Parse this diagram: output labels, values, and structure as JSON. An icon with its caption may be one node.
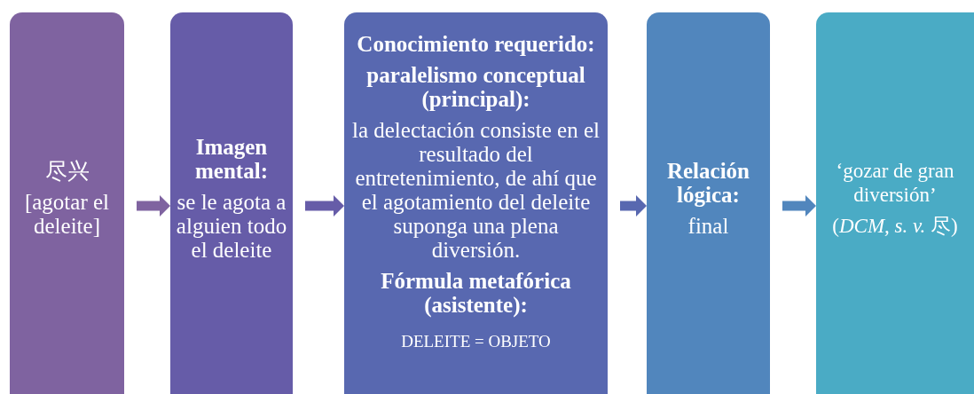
{
  "diagram": {
    "nodes": [
      {
        "text": [
          "尽兴",
          "[agotar el deleite]"
        ]
      },
      {
        "text": [
          "Imagen mental:",
          "se le agota a alguien todo el deleite"
        ]
      },
      {
        "text": [
          "Conocimiento requerido:",
          "paralelismo conceptual (principal):",
          "la delectación consiste en el resultado del entretenimiento, de ahí que el agotamiento del deleite suponga una plena diversión.",
          "Fórmula metafórica (asistente):",
          "DELEITE = OBJETO"
        ]
      },
      {
        "text": [
          "Relación lógica:",
          "final"
        ]
      },
      {
        "text": [
          "‘gozar de gran diversión’",
          "(*DCM, s. v.* 尽)"
        ]
      }
    ],
    "edges": [
      {
        "from": 0,
        "to": 1,
        "arrow": "to"
      },
      {
        "from": 1,
        "to": 2,
        "arrow": "to"
      },
      {
        "from": 2,
        "to": 3,
        "arrow": "to"
      },
      {
        "from": 3,
        "to": 4,
        "arrow": "to"
      }
    ]
  }
}
